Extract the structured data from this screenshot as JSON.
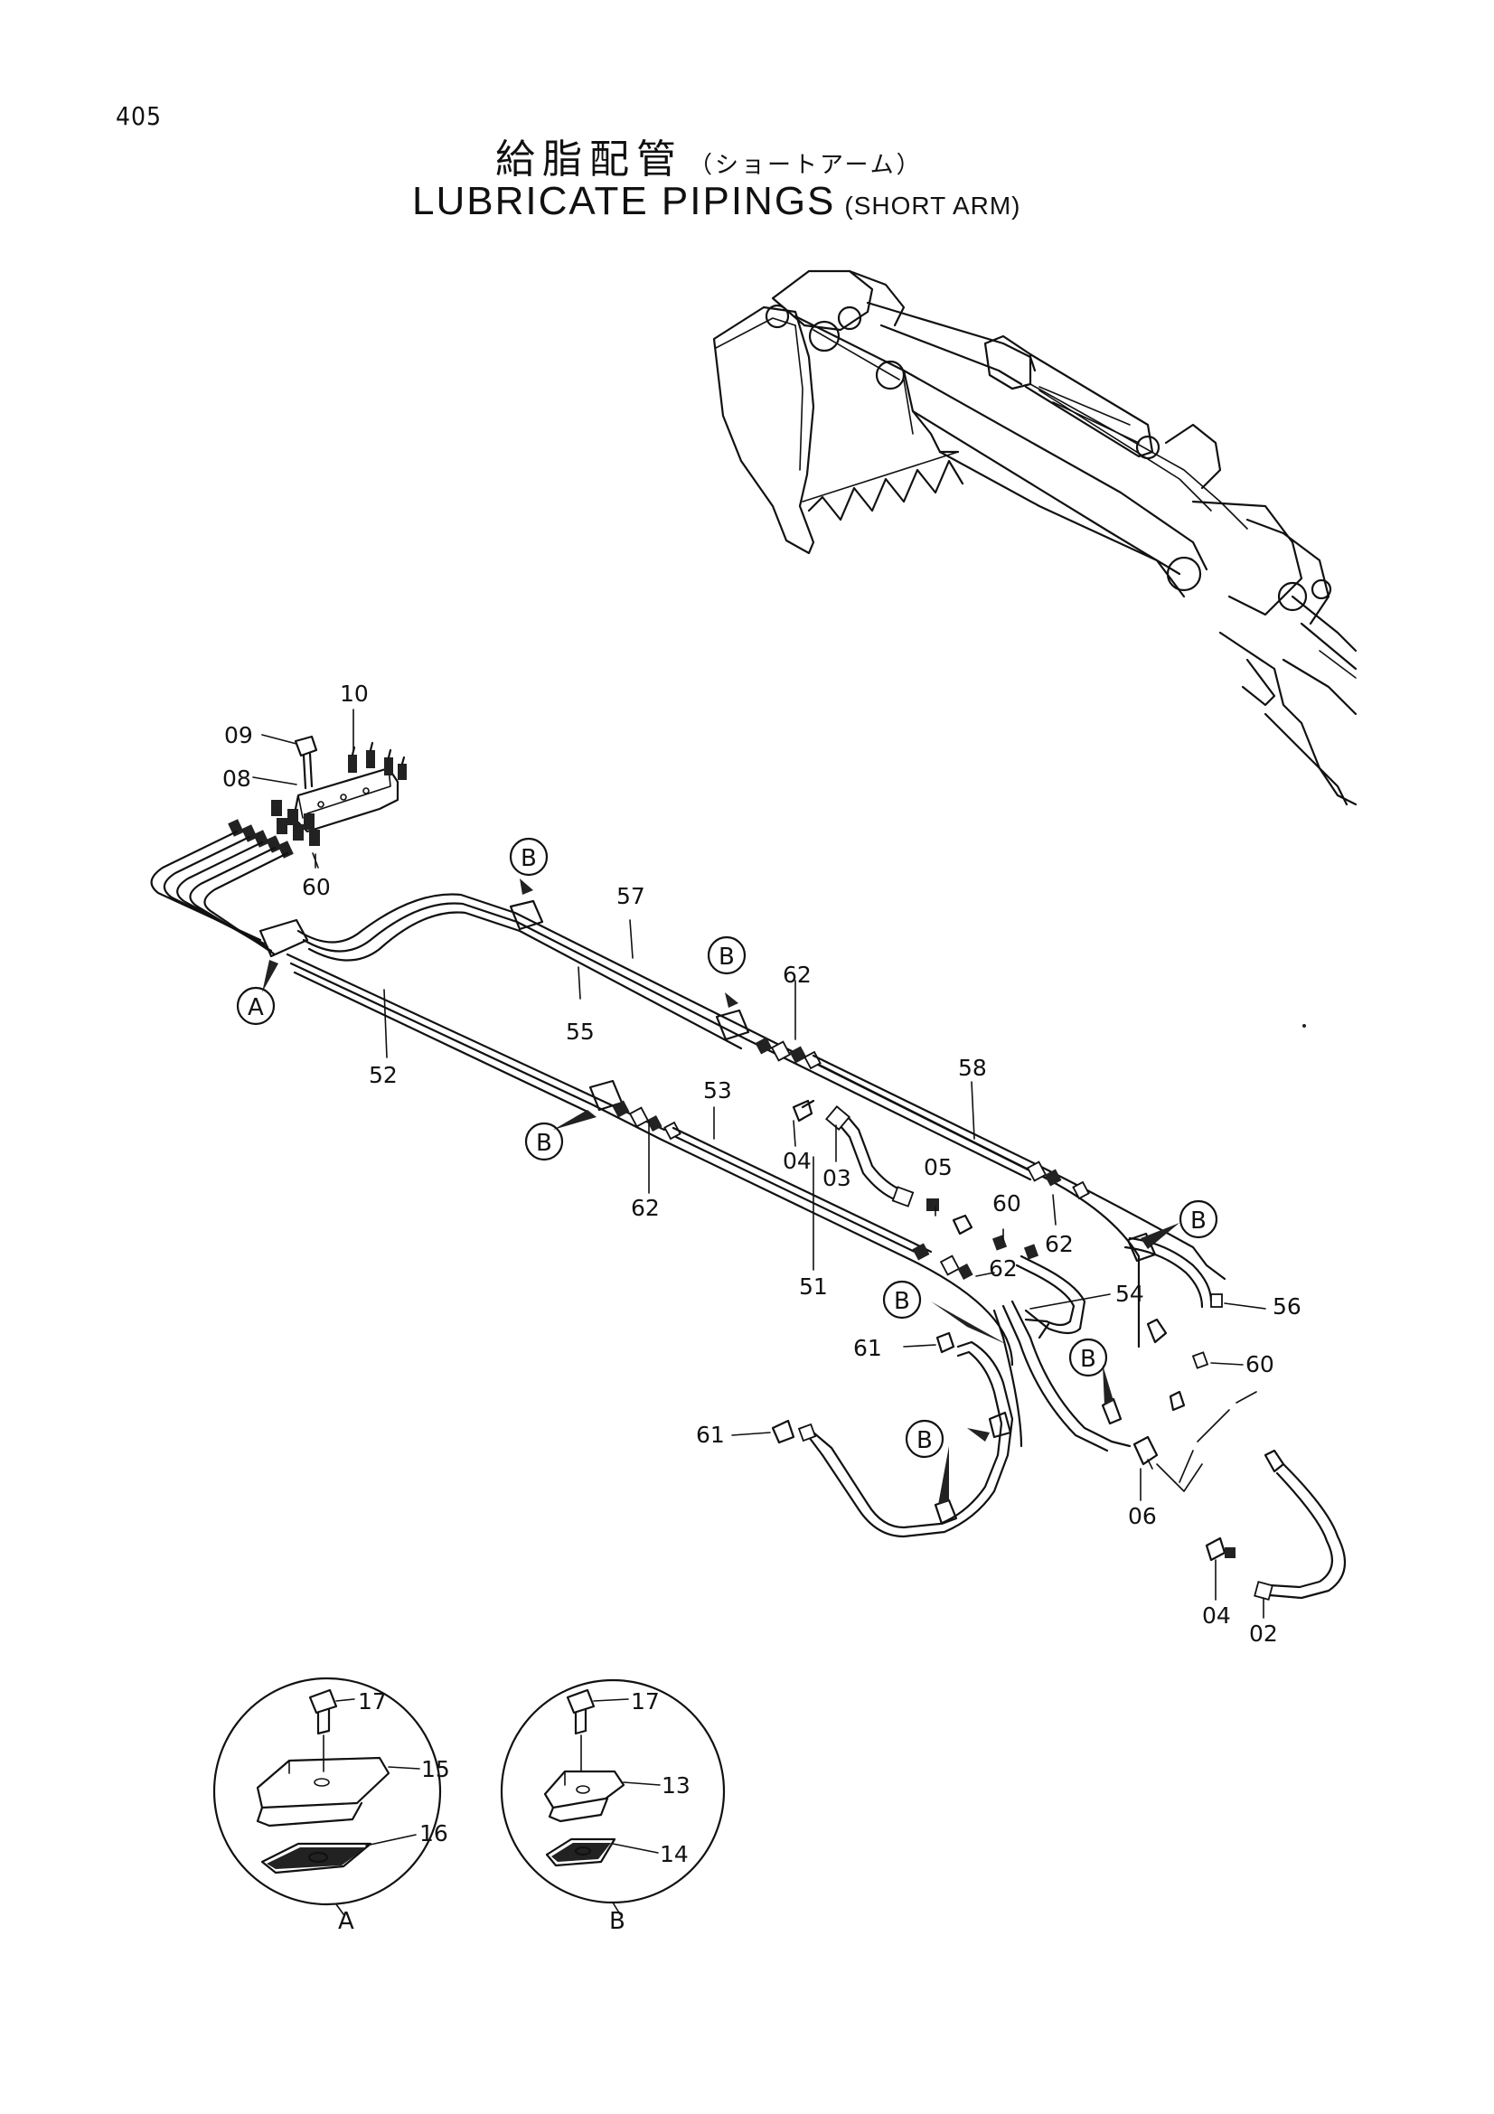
{
  "page_number": "405",
  "title": {
    "japanese": "給脂配管",
    "japanese_sub": "（ショートアーム）",
    "english": "LUBRICATE PIPINGS",
    "english_sub": "(SHORT ARM)"
  },
  "part_labels": {
    "p09": "09",
    "p10": "10",
    "p08": "08",
    "p60a": "60",
    "p57": "57",
    "p55": "55",
    "p52": "52",
    "p62a": "62",
    "p58": "58",
    "p53": "53",
    "p04a": "04",
    "p03": "03",
    "p05": "05",
    "p60b": "60",
    "p62b": "62",
    "p62c": "62",
    "p62d": "62",
    "p51": "51",
    "p54": "54",
    "p56": "56",
    "p61a": "61",
    "p60c": "60",
    "p61b": "61",
    "p06": "06",
    "p04b": "04",
    "p02": "02",
    "p17a": "17",
    "p15": "15",
    "p16": "16",
    "p17b": "17",
    "p13": "13",
    "p14": "14"
  },
  "reference_markers": {
    "a_main": "A",
    "b1": "B",
    "b2": "B",
    "b3": "B",
    "b4": "B",
    "b5": "B",
    "b6": "B",
    "b7": "B"
  },
  "detail_captions": {
    "detail_a": "A",
    "detail_b": "B"
  }
}
